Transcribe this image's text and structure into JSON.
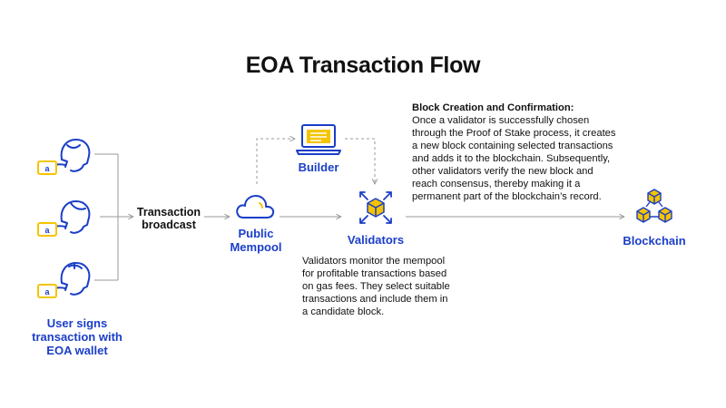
{
  "title": "EOA Transaction Flow",
  "nodes": {
    "users": {
      "label": "User signs transaction with EOA wallet",
      "icon": "user-with-wallet-icon",
      "count": 3
    },
    "broadcast": {
      "label_line1": "Transaction",
      "label_line2": "broadcast"
    },
    "mempool": {
      "label_line1": "Public",
      "label_line2": "Mempool",
      "icon": "cloud-icon"
    },
    "builder": {
      "label": "Builder",
      "icon": "laptop-icon"
    },
    "validators": {
      "label": "Validators",
      "icon": "cube-network-icon"
    },
    "blockchain": {
      "label": "Blockchain",
      "icon": "linked-cubes-icon"
    }
  },
  "notes": {
    "block_creation": {
      "heading": "Block Creation and Confirmation:",
      "lines": [
        "Once a validator is successfully chosen",
        "through the Proof of Stake process, it creates",
        "a new block containing selected transactions",
        "and adds it to the blockchain. Subsequently,",
        "other validators verify the new block and",
        "reach consensus, thereby making it a",
        "permanent part of the blockchain’s record."
      ]
    },
    "validators_note": {
      "lines": [
        "Validators monitor the mempool",
        "for profitable transactions based",
        "on gas fees. They select suitable",
        "transactions and include them in",
        "a candidate block."
      ]
    }
  },
  "colors": {
    "blue": "#1a3ec8",
    "yellow": "#f5c400",
    "connector": "#9a9a9a",
    "text": "#111111"
  }
}
